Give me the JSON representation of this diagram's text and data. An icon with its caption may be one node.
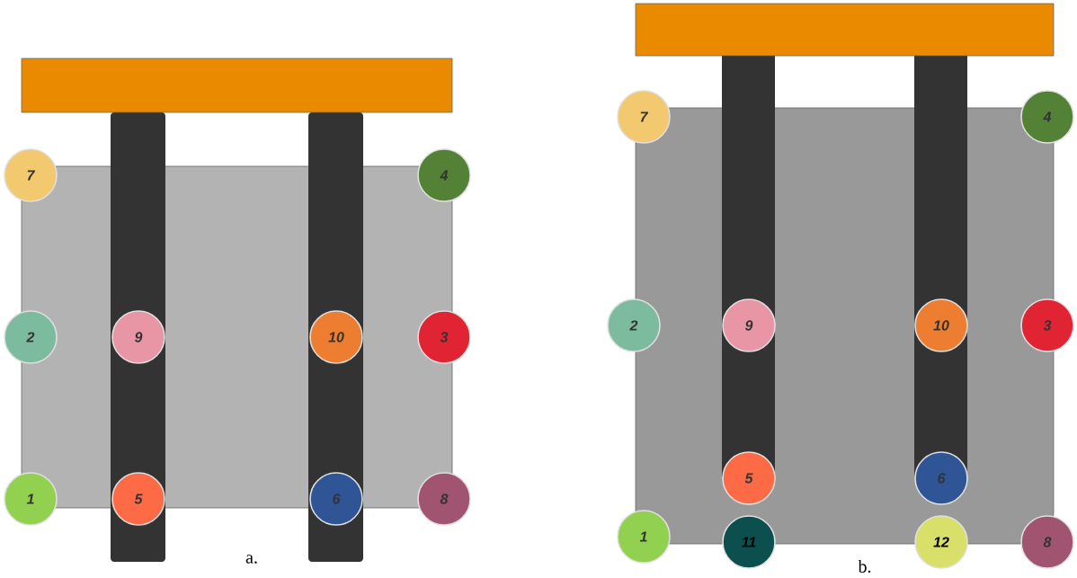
{
  "diagram": {
    "nodes": [
      {
        "text": [
          "7"
        ]
      },
      {
        "text": [
          "4"
        ]
      },
      {
        "text": [
          "2"
        ]
      },
      {
        "text": [
          "9"
        ]
      },
      {
        "text": [
          "10"
        ]
      },
      {
        "text": [
          "3"
        ]
      },
      {
        "text": [
          "1"
        ]
      },
      {
        "text": [
          "5"
        ]
      },
      {
        "text": [
          "6"
        ]
      },
      {
        "text": [
          "8"
        ]
      },
      {
        "text": [
          "7"
        ]
      },
      {
        "text": [
          "4"
        ]
      },
      {
        "text": [
          "2"
        ]
      },
      {
        "text": [
          "9"
        ]
      },
      {
        "text": [
          "10"
        ]
      },
      {
        "text": [
          "3"
        ]
      },
      {
        "text": [
          "5"
        ]
      },
      {
        "text": [
          "6"
        ]
      },
      {
        "text": [
          "1"
        ]
      },
      {
        "text": [
          "11"
        ]
      },
      {
        "text": [
          "12"
        ]
      },
      {
        "text": [
          "8"
        ]
      }
    ],
    "edges": [],
    "labels": [
      "a.",
      "b."
    ]
  }
}
